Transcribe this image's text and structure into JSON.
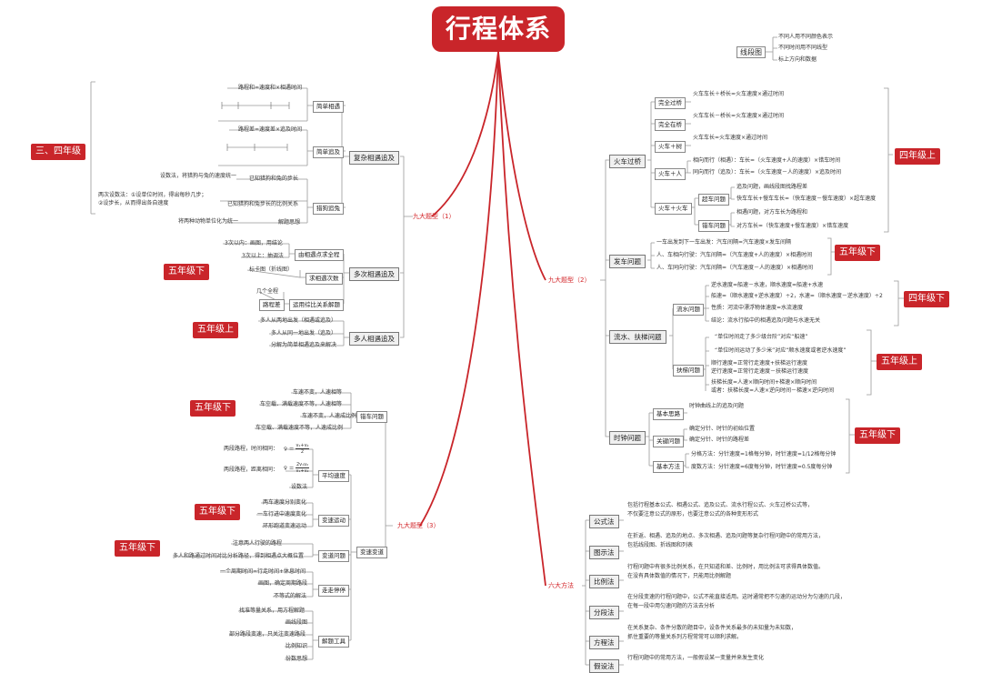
{
  "title": "行程体系",
  "legend": {
    "label": "线段图",
    "items": [
      "不同人用不同颜色表示",
      "不同时间用不同线型",
      "标上方向和数据"
    ]
  },
  "grades": {
    "g34": "三、四年级",
    "g5x": "五年级下",
    "g5s": "五年级上",
    "g4s": "四年级上",
    "g4x": "四年级下"
  },
  "b1": {
    "label": "九大题型（1）",
    "fuza": "复杂相遇追及",
    "simple_meet": "简单相遇",
    "simple_meet_note": "路程和=速度和×相遇时间",
    "simple_chase": "简单追及",
    "simple_chase_note": "路程差=速度差×追及时间",
    "dog": "猎狗追兔",
    "dog_notes": [
      "设数法，将猎狗与兔的速度统一",
      "已知猎狗和兔的步长",
      "两次设数法：①设单位时间，得出每秒几步；",
      "②设步长，从而得出各自速度",
      "已知猎狗和兔步长的比例关系",
      "将两种动物单位化为统一",
      "解题思想"
    ],
    "multi": "多次相遇追及",
    "multi_notes": [
      "3次以内：画图，用结论",
      "3次以上：抽调法",
      "由相遇点求全程",
      "标卡图（折线图）",
      "求相遇次数",
      "几个全程",
      "路程差",
      "运用综比关系解题"
    ],
    "many": "多人相遇追及",
    "many_notes": [
      "多人从两地出发（相遇或追及）",
      "多人从同一地出发（追及）",
      "分解为简单相遇追及来解决"
    ]
  },
  "b3": {
    "label": "九大题型（3）",
    "cross": "错车问题",
    "cross_notes": [
      "车速不变，人速相等",
      "车空载、满载速度不等，人速相等",
      "车速不变，人速成比例",
      "车空载、满载速度不等，人速成比例"
    ],
    "avg": "平均速度",
    "avg_notes": [
      "两段路程，时间相同：",
      "两段路程，距离相同：",
      "设数法"
    ],
    "vchange": "变速运动",
    "vchange_notes": [
      "两车速度分别变化",
      "一车行进中速度变化",
      "环形跑道变速运动"
    ],
    "var": "变速变道",
    "lane": "变道问题",
    "lane_notes": [
      "注意两人行驶的路程",
      "多人和路通过时间对比分析路径，得到相遇点大概位置"
    ],
    "stop": "走走停停",
    "stop_notes": [
      "一个周期时间=行走时间+休息时间",
      "画图，确定周期路段",
      "不等式的解法"
    ],
    "tools": "解题工具",
    "tools_notes": [
      "找准等量关系，用方程解题",
      "画线段图",
      "部分路段变速，只关注变速路段",
      "比例知识",
      "份数思想"
    ]
  },
  "b2": {
    "label": "九大题型（2）",
    "train": "火车过桥",
    "train_items": [
      "完全过桥",
      "完全在桥",
      "火车＋树",
      "火车＋人",
      "火车＋火车"
    ],
    "train_notes": [
      "火车车长＋桥长=火车速度×通过时间",
      "火车车长－桥长=火车速度×通过时间",
      "火车车长=火车速度×通过时间",
      "相向而行（相遇）：车长=（火车速度+人的速度）×错车时间",
      "同向而行（追及）：车长=（火车速度－人的速度）×追及时间",
      "追及问题，画线段图找路程差",
      "超车问题",
      "快车车长+慢车车长=（快车速度－慢车速度）×超车速度",
      "相遇问题，对方车长为路程和",
      "错车问题",
      "对方车长=（快车速度+慢车速度）×错车速度"
    ],
    "bus": "发车问题",
    "bus_notes": [
      "一车出发到下一车出发：汽车间隔=汽车速度×发车间隔",
      "人、车相向行驶：汽车间隔=（汽车速度+人的速度）×相遇时间",
      "人、车同向行驶：汽车间隔=（汽车速度－人的速度）×相遇时间"
    ],
    "water": "流水、扶梯问题",
    "flow": "流水问题",
    "flow_notes": [
      "逆水速度=船速－水速，顺水速度=船速+水速",
      "船速=（顺水速度+逆水速度）÷2，水速=（顺水速度－逆水速度）÷2",
      "性质：河流中漂浮物体速度=水流速度",
      "结论：流水行船中的相遇追及问题与水速无关"
    ],
    "escal": "扶梯问题",
    "escal_notes": [
      "“单位时间走了多少级台阶”对应“船速”",
      "“单位时间运动了多少米”对应“顺水速度或者逆水速度”",
      "顺行速度=正常行走速度+扶梯运行速度",
      "逆行速度=正常行走速度－扶梯运行速度",
      "扶梯长度=人速×顺向时间+梯速×顺向时间",
      "或者：扶梯长度=人速×逆向时间－梯速×逆向时间"
    ],
    "clock": "时钟问题",
    "clock_items": [
      "基本思路",
      "关键问题",
      "基本方法"
    ],
    "clock_notes": [
      "时钟曲线上的追及问题",
      "确定分针、时针的初始位置",
      "确定分针、时针的路程差",
      "分格方法：分针速度=1格每分钟，时针速度=1/12格每分钟",
      "度数方法：分针速度=6度每分钟，时针速度=0.5度每分钟"
    ]
  },
  "b6": {
    "label": "六大方法",
    "items": [
      "公式法",
      "图示法",
      "比例法",
      "分段法",
      "方程法",
      "假设法"
    ],
    "notes": [
      "包括行程基本公式、相遇公式、追及公式、流水行程公式、火车过桥公式等，",
      "不仅要注意公式的原形，也要注意公式的各种变形形式",
      "在折返、相遇、追及的地点、多次相遇、追及问题等复杂行程问题中的常用方法，",
      "包括线段图、折线图和列表",
      "行程问题中有很多比例关系，在只知道和差、比例时，用比例法可求得具体数值。",
      "在没有具体数值的情况下，只能用比例解题",
      "在分段变速的行程问题中，公式不能直接适用。这时通常把不匀速的运动分为匀速的几段，",
      "在每一段中用匀速问题的方法去分析",
      "在关系复杂、条件分散的题目中，设条件关系最多的未知量为未知数，",
      "抓住重要的等量关系列方程常常可以顺利求解。",
      "行程问题中的常用方法，一般假设某一变量并来发生变化"
    ]
  },
  "colors": {
    "red": "#c9252a",
    "line": "#999999"
  }
}
